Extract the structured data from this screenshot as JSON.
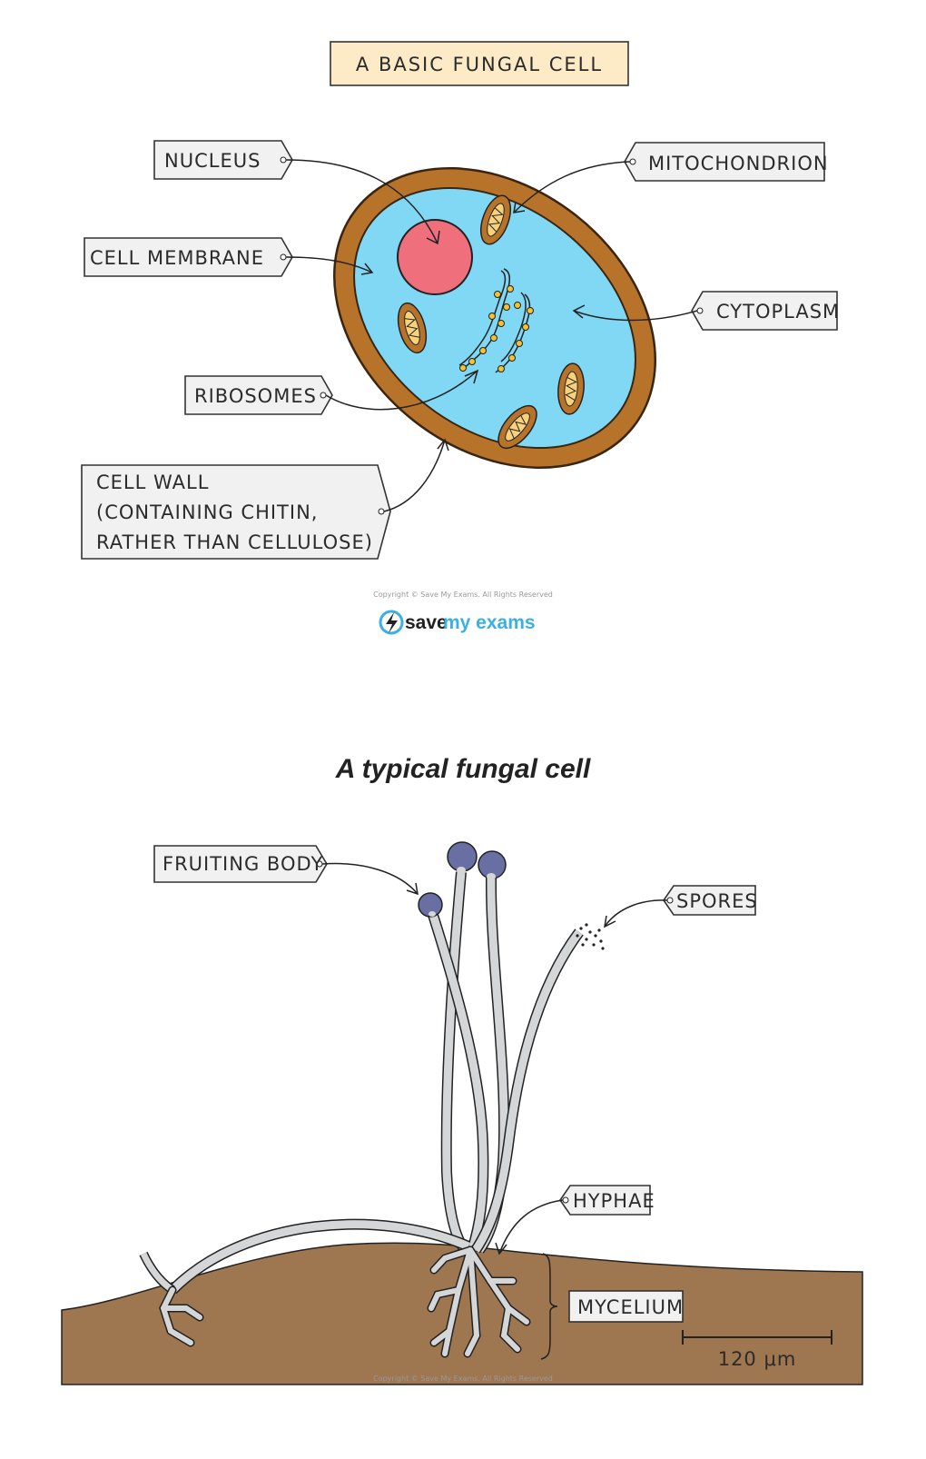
{
  "top_diagram": {
    "title": "A BASIC FUNGAL CELL",
    "labels": {
      "nucleus": "NUCLEUS",
      "cell_membrane": "CELL  MEMBRANE",
      "ribosomes": "RIBOSOMES",
      "cell_wall_line1": "CELL  WALL",
      "cell_wall_line2": "(CONTAINING  CHITIN,",
      "cell_wall_line3": "RATHER  THAN  CELLULOSE)",
      "mitochondrion": "MITOCHONDRION",
      "cytoplasm": "CYTOPLASM"
    },
    "copyright": "Copyright © Save My Exams. All Rights Reserved",
    "logo_text_a": "save",
    "logo_text_b": "my exams"
  },
  "caption": "A typical fungal cell",
  "bottom_diagram": {
    "labels": {
      "fruiting_body": "FRUITING  BODY",
      "spores": "SPORES",
      "hyphae": "HYPHAE",
      "mycelium": "MYCELIUM"
    },
    "scale_bar": "120 μm",
    "copyright": "Copyright © Save My Exams. All Rights Reserved"
  },
  "colors": {
    "title_fill": "#fdebc7",
    "cell_wall": "#b8732a",
    "cytoplasm": "#80d8f5",
    "nucleus": "#ef6f7c",
    "mitochondrion": "#b8732a",
    "soil": "#9e7650",
    "sporangium": "#6a6fa3",
    "hypha": "#d4d6d8",
    "logo_blue": "#3ab0e6"
  }
}
